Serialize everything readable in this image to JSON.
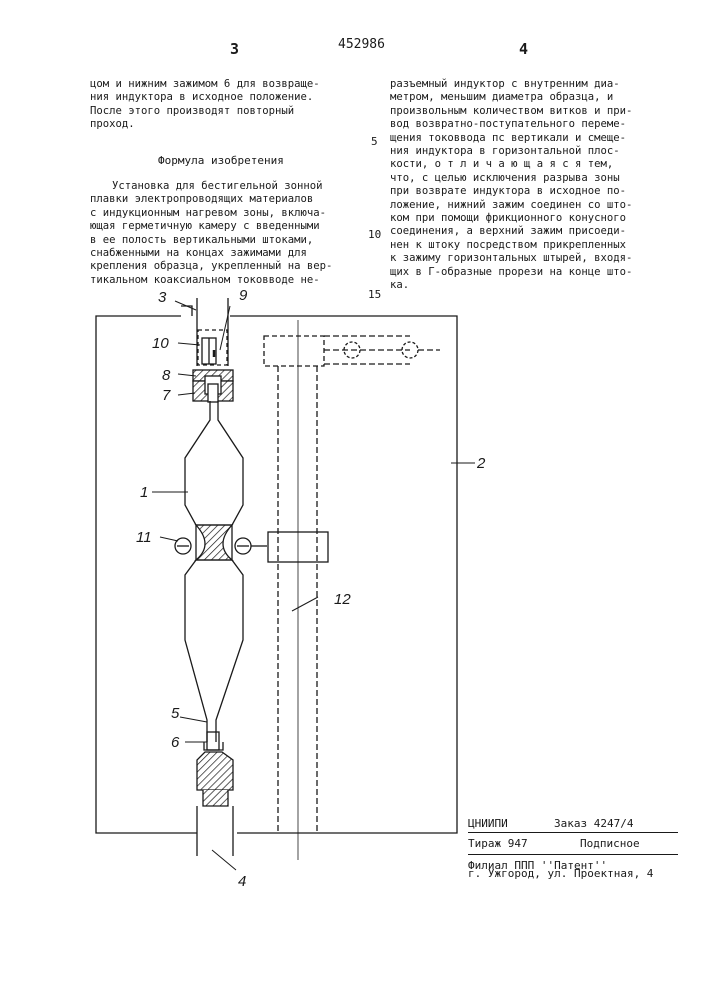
{
  "header": {
    "page_left": "3",
    "patent_number": "452986",
    "page_right": "4"
  },
  "left_column": {
    "continuation": [
      "цом и нижним зажимом 6 для возвраще-",
      "ния индуктора в исходное положение.",
      "После этого производят повторный",
      "проход."
    ],
    "formula_title": "Формула изобретения",
    "claim": [
      "Установка для бестигельной зонной",
      "плавки электропроводящих материалов",
      "с индукционным нагревом зоны, включа-",
      "ющая герметичную камеру с введенными",
      "в ее полость вертикальными штоками,",
      "снабженными на концах зажимами для",
      "крепления образца, укрепленный на вер-",
      "тикальном коаксиальном токовводе не-"
    ]
  },
  "right_column": {
    "lines": [
      "разъемный индуктор с внутренним диа-",
      "метром, меньшим диаметра образца, и",
      "произвольным количеством витков и при-",
      "вод возвратно-поступательного переме-",
      "щения токовводa пс вертикали и смеще-",
      "ния индуктора в горизонтальной плос-",
      "кости, о т л и ч а ю щ а я с я тем,",
      "что, с целью исключения разрыва зоны",
      "при возврате индуктора в исходное по-",
      "ложение, нижний зажим соединен со што-",
      "ком при помощи фрикционного конусного",
      "соединения, а верхний зажим присоеди-",
      "нен к штоку посредством прикрепленных",
      "к зажиму горизонтальных штырей, входя-",
      "щих в Г-образные прорези на конце што-",
      "ка."
    ]
  },
  "line_numbers": [
    "5",
    "10",
    "15"
  ],
  "figure": {
    "labels": {
      "l1": "1",
      "l2": "2",
      "l3": "3",
      "l4": "4",
      "l5": "5",
      "l6": "6",
      "l7": "7",
      "l8": "8",
      "l9": "9",
      "l10": "10",
      "l11": "11",
      "l12": "12"
    }
  },
  "imprint": {
    "org": "ЦНИИПИ",
    "order": "Заказ 4247/4",
    "circulation": "Тираж  947",
    "subscription": "Подписное",
    "branch": "Филиал ППП ''Патент''",
    "address": "г. Ужгород, ул. Проектная, 4"
  }
}
